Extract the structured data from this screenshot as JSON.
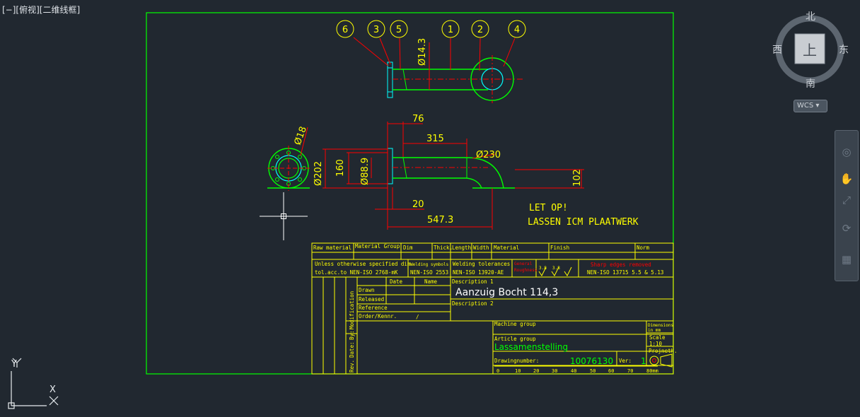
{
  "viewport": {
    "label": "[−][俯视][二维线框]"
  },
  "viewcube": {
    "north": "北",
    "south": "南",
    "east": "东",
    "west": "西",
    "top": "上",
    "wcs": "WCS"
  },
  "ucs": {
    "x": "X",
    "y": "Y"
  },
  "navbar": {
    "tools": [
      "steering-wheel-icon",
      "pan-hand-icon",
      "zoom-extents-icon",
      "orbit-icon",
      "showmotion-icon"
    ]
  },
  "drawing": {
    "balloons": [
      "6",
      "3",
      "5",
      "1",
      "2",
      "4"
    ],
    "dimensions": {
      "d1": "Ø14.3",
      "d2": "76",
      "d3": "315",
      "d4": "Ø230",
      "d5": "Ø18",
      "d6": "Ø202",
      "d7": "160",
      "d8": "Ø88.9",
      "d9": "102",
      "d10": "20",
      "d11": "547.3"
    },
    "note_line1": "LET OP!",
    "note_line2": "LASSEN ICM PLAATWERK"
  },
  "title_block": {
    "headers": [
      "Raw material",
      "Material Group",
      "Dim",
      "Thick.",
      "Length",
      "Width",
      "Material",
      "Finish",
      "Norm"
    ],
    "unless1": "Unless otherwise specified dim.",
    "unless2": "tol.acc.to NEN-ISO 2768-mK",
    "welding_symbols": "Welding symbols",
    "nen2553": "NEN-ISO 2553",
    "welding_tol": "Welding tolerances",
    "nen13920": "NEN-ISO 13920-AE",
    "general1": "General",
    "general2": "Roughness",
    "r1": "3.8",
    "r2": "3.8",
    "sharp": "Sharp edges removed",
    "nen13715": "NEN-ISO 13715 5.5 & 5.13",
    "date": "Date",
    "name": "Name",
    "drawn": "Drawn",
    "released": "Released",
    "reference": "Reference",
    "order": "Order/Kennr.",
    "slash": "/",
    "modification": "Modification",
    "by": "By:",
    "date_v": "Date:",
    "rev": "Rev.",
    "desc1_label": "Description 1",
    "desc1_value": "Aanzuig Bocht 114,3",
    "desc2_label": "Description 2",
    "machine_group": "Machine group",
    "dimensions1": "Dimensions",
    "dimensions2": "in mm",
    "article_group": "Article group",
    "article_value": "Lassamenstelling",
    "scale": "Scale",
    "scale_value": "1:10",
    "projection": "Projneth.",
    "drawingnumber": "Drawingnumber:",
    "drawing_value": "10076130",
    "ver": "Ver:",
    "ver_value": "1",
    "ruler": [
      "0",
      "10",
      "20",
      "30",
      "40",
      "50",
      "60",
      "70",
      "80mm"
    ]
  },
  "colors": {
    "background": "#212830",
    "frame": "#00ff00",
    "lines": "#ffff00",
    "dims": "#ff0000",
    "part": "#00ff00",
    "cyan": "#00ffff"
  }
}
